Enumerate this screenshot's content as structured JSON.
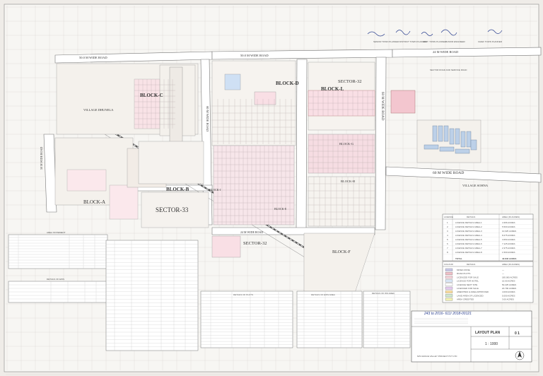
{
  "roads": {
    "top_road": "50.0 M WIDE ROAD",
    "road_mid_top": "50.0 M WIDE ROAD",
    "road_24m_top": "24 M WIDE ROAD",
    "road_vertical_center": "60 M WIDE ROAD",
    "road_vertical_right": "60 M WIDE ROAD",
    "road_right_60m": "60 M WIDE ROAD",
    "road_24m_bottom": "24 M WIDE ROAD",
    "road_left_vertical": "50 M WIDE ROAD"
  },
  "blocks": {
    "a": "BLOCK-A",
    "b": "BLOCK-B",
    "c": "BLOCK-C",
    "d": "BLOCK-D",
    "e": "BLOCK-E",
    "f": "BLOCK-F",
    "g": "BLOCK-G",
    "h": "BLOCK-H",
    "j": "BLOCK-J",
    "l": "BLOCK-L"
  },
  "sectors": {
    "s32_top": "SECTOR-32",
    "s33": "SECTOR-33",
    "s32_bottom": "SECTOR-32"
  },
  "villages": {
    "dhunela": "VILLAGE DHUNELA",
    "sohna": "VILLAGE SOHNA"
  },
  "legend": {
    "header_col1": "LICENCE",
    "header_col2": "DETAILS",
    "header_col3": "AREA (IN ACRES)",
    "rows": [
      {
        "no": "1",
        "desc": "LICENCE DETAILS AREA-1",
        "area": "4.396 ACRES"
      },
      {
        "no": "2",
        "desc": "LICENCE DETAILS AREA-2",
        "area": "5.500 ACRES"
      },
      {
        "no": "3",
        "desc": "LICENCE DETAILS AREA-3",
        "area": "10.025 ACRES"
      },
      {
        "no": "4",
        "desc": "LICENCE DETAILS AREA-4",
        "area": "8.275 ACRES"
      },
      {
        "no": "5",
        "desc": "LICENCE DETAILS AREA-5",
        "area": "3.650 ACRES"
      },
      {
        "no": "6",
        "desc": "LICENCE DETAILS AREA-6",
        "area": "7.125 ACRES"
      },
      {
        "no": "7",
        "desc": "LICENCE DETAILS AREA-7",
        "area": "2.375 ACRES"
      },
      {
        "no": "8",
        "desc": "LICENCE DETAILS AREA-8",
        "area": "1.500 ACRES"
      }
    ],
    "total_label": "TOTAL",
    "total_area": "42.846 ACRES"
  },
  "colour_legend": {
    "header_col1": "COLOUR",
    "header_col2": "DETAILS",
    "header_col3": "AREA (IN ACRES)",
    "rows": [
      {
        "desc": "MIXED ZONE",
        "area": "—",
        "color": "#c9c9e8"
      },
      {
        "desc": "ROAD PLOTS",
        "area": "—",
        "color": "#f3c0c8"
      },
      {
        "desc": "LICENCED FOR SALE",
        "area": "185.000 ACRES",
        "color": "#f7d5dc"
      },
      {
        "desc": "LICENCE FOR HOTEL",
        "area": "15.00 ACRES",
        "color": "#d8e6f6"
      },
      {
        "desc": "LICENCE NEXT SITE",
        "area": "50.225 ACRES",
        "color": "#ffffff"
      },
      {
        "desc": "LICENCED FOR SALE",
        "area": "20.790 ACRES",
        "color": "#e6ccf0"
      },
      {
        "desc": "AMENITIES & AREA APPROVED",
        "area": "4.000 ACRES",
        "color": "#ffe0a0"
      },
      {
        "desc": "LAND AREA OF LICENCED",
        "area": "5.000 ACRES",
        "color": "#cfe8cf"
      },
      {
        "desc": "AREA CREDITED",
        "area": "3.00 ACRES",
        "color": "#f0f0b0"
      }
    ]
  },
  "title_block": {
    "drawing_title": "LAYOUT PLAN",
    "scale": "1 : 1000",
    "drawing_no": "0 1",
    "company": "M/S GRACE VALLEY PROJECT PVT LTD",
    "handwritten_note": "243 to 2016- 611/ 2018-00121"
  },
  "tables": {
    "area_statement_title": "AREA STATEMENT",
    "details_of_ews_title": "DETAILS OF EWS",
    "details_of_plot_title": "DETAILS OF PLOTS",
    "details_of_ews_area_title": "DETAILS OF EWS AREA",
    "details_of_ws_area_title": "DETAILS OF WS AREA"
  },
  "approvals": {
    "sig1": "SENIOR TOWN PLANNER",
    "sig2": "DISTRICT TOWN PLANNER",
    "sig3": "ASST. TOWN PLANNER",
    "sig4": "JUNIOR ENGINEER",
    "sig5": "CHIEF TOWN PLANNER"
  },
  "notes_text": "SECTOR ROAD AND SERVICE ROAD"
}
